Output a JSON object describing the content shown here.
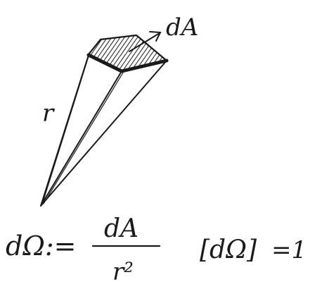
{
  "diagram": {
    "labels": {
      "area": "dA",
      "radius": "r"
    },
    "formula": {
      "lhs": "dΩ:=",
      "numerator": "dA",
      "denominator": "r²",
      "unit_lhs": "[dΩ]",
      "unit_rhs": "=1"
    },
    "colors": {
      "ink": "#1a1a1a",
      "paper": "#ffffff"
    }
  }
}
